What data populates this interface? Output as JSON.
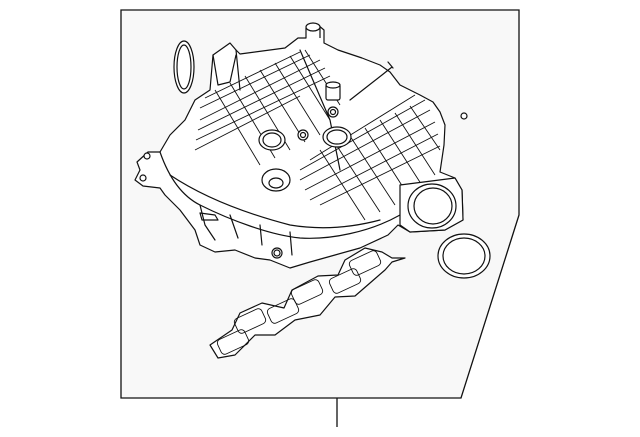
{
  "diagram": {
    "subject": "intake-manifold-assembly",
    "parts": [
      "intake-manifold",
      "throttle-body-gasket",
      "port-gasket",
      "intake-manifold-gasket"
    ],
    "colors": {
      "line": "#111111",
      "panel": "#f8f8f8",
      "background": "#ffffff"
    }
  }
}
